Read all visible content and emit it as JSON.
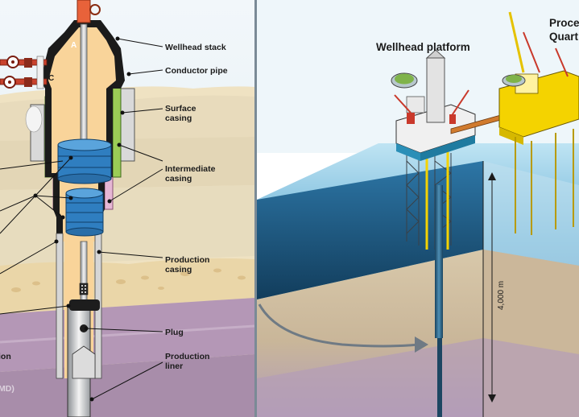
{
  "left_panel": {
    "labels": {
      "wellhead_stack": "Wellhead stack",
      "conductor_pipe": "Conductor pipe",
      "surface_casing_1": "Surface",
      "surface_casing_2": "casing",
      "intermediate_casing_1": "Intermediate",
      "intermediate_casing_2": "casing",
      "production_casing_1": "Production",
      "production_casing_2": "casing",
      "plug": "Plug",
      "production_liner_1": "Production",
      "production_liner_2": "liner",
      "cut_edge_1": "ion",
      "cut_edge_2": "MD)"
    },
    "markers": {
      "a": "A",
      "c": "C"
    }
  },
  "right_panel": {
    "labels": {
      "wellhead_platform": "Wellhead platform",
      "process_quarters_1": "Proce",
      "process_quarters_2": "Quart",
      "depth": "4,000 m"
    }
  },
  "colors": {
    "sky": "#e9f1f5",
    "sand": "#eadcb9",
    "rock_purple": "#c3a6c1",
    "sea": "#2b6f9f",
    "seabed": "#d1bfa2",
    "casing_tan": "#f9d49a",
    "packer_blue": "#2f7ec0",
    "platform_yellow": "#f4d300",
    "surface_green": "#9bcc56",
    "intermediate_pink": "#e6b7d5",
    "arrow_grey": "#7c8791"
  }
}
